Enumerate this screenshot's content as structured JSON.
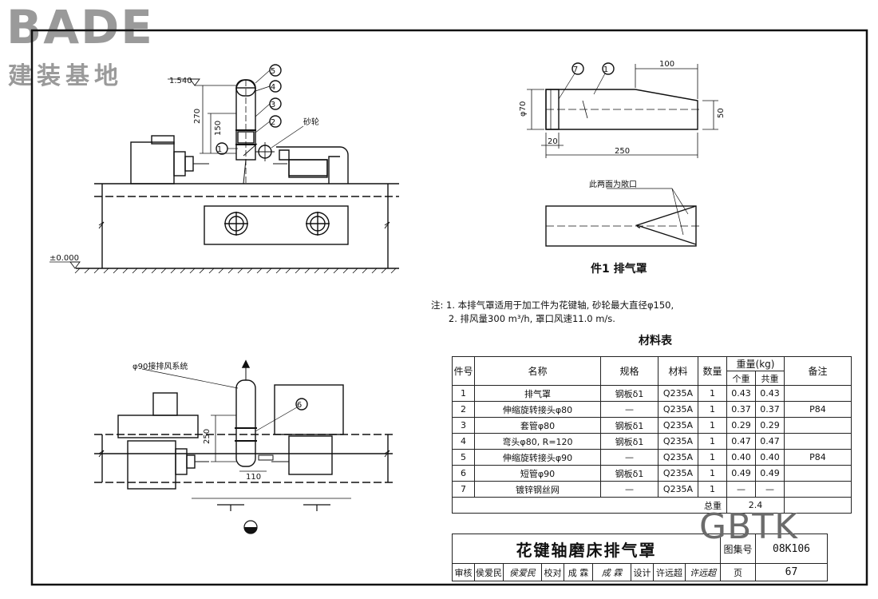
{
  "logo": {
    "brand": "BADE",
    "subtitle": "建装基地"
  },
  "watermark": "GBTK",
  "drawing_labels": {
    "elev_top": "1.540",
    "elev_zero": "±0.000",
    "dim_270": "270",
    "dim_150": "150",
    "grinding_wheel": "砂轮",
    "dim_100": "100",
    "dim_phi70": "φ70",
    "dim_50": "50",
    "dim_20": "20",
    "dim_250_part": "250",
    "open_note": "此两面为敞口",
    "phi90_system": "φ90接排风系统",
    "dim_250_plan": "250",
    "dim_110": "110",
    "callouts": [
      "1",
      "2",
      "3",
      "4",
      "5",
      "6",
      "7"
    ]
  },
  "part1_title": "件1  排气罩",
  "notes": "注: 1. 本排气罩适用于加工件为花键轴, 砂轮最大直径φ150,\n      2. 排风量300 m³/h, 罩口风速11.0 m/s.",
  "material_table": {
    "title": "材料表",
    "headers": {
      "no": "件号",
      "name": "名称",
      "spec": "规格",
      "material": "材料",
      "qty": "数量",
      "weight": "重量(kg)",
      "unit": "个重",
      "total": "共重",
      "remark": "备注"
    },
    "rows": [
      {
        "no": "1",
        "name": "排气罩",
        "spec": "钢板δ1",
        "material": "Q235A",
        "qty": "1",
        "unit": "0.43",
        "total": "0.43",
        "remark": ""
      },
      {
        "no": "2",
        "name": "伸缩旋转接头φ80",
        "spec": "—",
        "material": "Q235A",
        "qty": "1",
        "unit": "0.37",
        "total": "0.37",
        "remark": "P84"
      },
      {
        "no": "3",
        "name": "套管φ80",
        "spec": "钢板δ1",
        "material": "Q235A",
        "qty": "1",
        "unit": "0.29",
        "total": "0.29",
        "remark": ""
      },
      {
        "no": "4",
        "name": "弯头φ80, R=120",
        "spec": "钢板δ1",
        "material": "Q235A",
        "qty": "1",
        "unit": "0.47",
        "total": "0.47",
        "remark": ""
      },
      {
        "no": "5",
        "name": "伸缩旋转接头φ90",
        "spec": "—",
        "material": "Q235A",
        "qty": "1",
        "unit": "0.40",
        "total": "0.40",
        "remark": "P84"
      },
      {
        "no": "6",
        "name": "短管φ90",
        "spec": "钢板δ1",
        "material": "Q235A",
        "qty": "1",
        "unit": "0.49",
        "total": "0.49",
        "remark": ""
      },
      {
        "no": "7",
        "name": "镀锌钢丝网",
        "spec": "—",
        "material": "Q235A",
        "qty": "1",
        "unit": "—",
        "total": "—",
        "remark": ""
      }
    ],
    "total_label": "总重",
    "total_value": "2.4"
  },
  "title_block": {
    "title": "花键轴磨床排气罩",
    "atlas_label": "图集号",
    "atlas_no": "08K106",
    "review_label": "审核",
    "reviewer": "侯爱民",
    "reviewer_sign": "侯爱民",
    "check_label": "校对",
    "checker": "成  霖",
    "checker_sign": "成  霖",
    "design_label": "设计",
    "designer": "许远超",
    "designer_sign": "许远超",
    "page_label": "页",
    "page_no": "67"
  }
}
